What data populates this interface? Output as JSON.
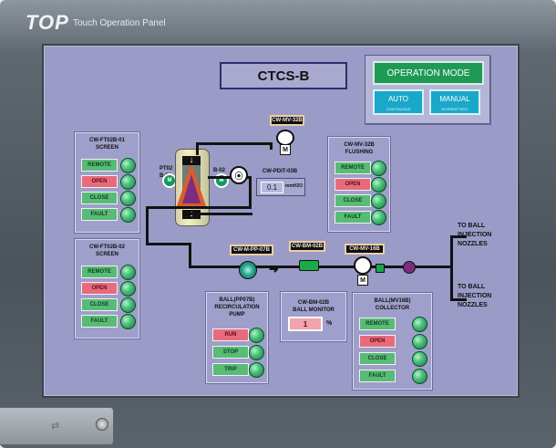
{
  "device": {
    "brand": "TOP",
    "brand_subtitle": "Touch Operation Panel"
  },
  "screen": {
    "title": "CTCS-B",
    "operation_mode": {
      "title": "OPERATION MODE",
      "auto_label": "AUTO",
      "auto_sub": "CONTINUOUS",
      "manual_label": "MANUAL",
      "manual_sub": "INTERMITTENT"
    },
    "left_top_panel": {
      "title": "CW-FT02B-01\nSCREEN",
      "rows": [
        "REMOTE",
        "OPEN",
        "CLOSE",
        "FAULT"
      ]
    },
    "left_bottom_panel": {
      "title": "CW-FT02B-02\nSCREEN",
      "rows": [
        "REMOTE",
        "OPEN",
        "CLOSE",
        "FAULT"
      ]
    },
    "right_top_panel": {
      "title": "CW-MV-32B\nFLUSHING",
      "rows": [
        "REMOTE",
        "OPEN",
        "CLOSE",
        "FAULT"
      ]
    },
    "bottom_mid_panel": {
      "title": "BALL(PP07B)\nRECIRCULATION\nPUMP",
      "rows": [
        "RUN",
        "STOP",
        "TRIP"
      ]
    },
    "bottom_right_panel": {
      "title": "BALL(MV16B)\nCOLLECTOR",
      "rows": [
        "REMOTE",
        "OPEN",
        "CLOSE",
        "FAULT"
      ]
    },
    "monitor": {
      "title": "CW-BM-02B\nBALL MONITOR",
      "value": "1",
      "unit": "%"
    },
    "strainer": {
      "top_left_label": "PT02\nB-01",
      "top_right_label": "B-02"
    },
    "pressure": {
      "tag": "CW-PDIT-03B",
      "value": "0.1",
      "unit": "mmH2O"
    },
    "tags": {
      "valve_32b": "CW-MV-32B",
      "pump_07b": "CW-M-PP-07B",
      "bm_02b": "CW-BM-02B",
      "valve_16b": "CW-MV-16B"
    },
    "outputs": {
      "top": "TO BALL\nINJECTION\nNOZZLES",
      "bottom": "TO BALL\nINJECTION\nNOZZLES"
    }
  }
}
